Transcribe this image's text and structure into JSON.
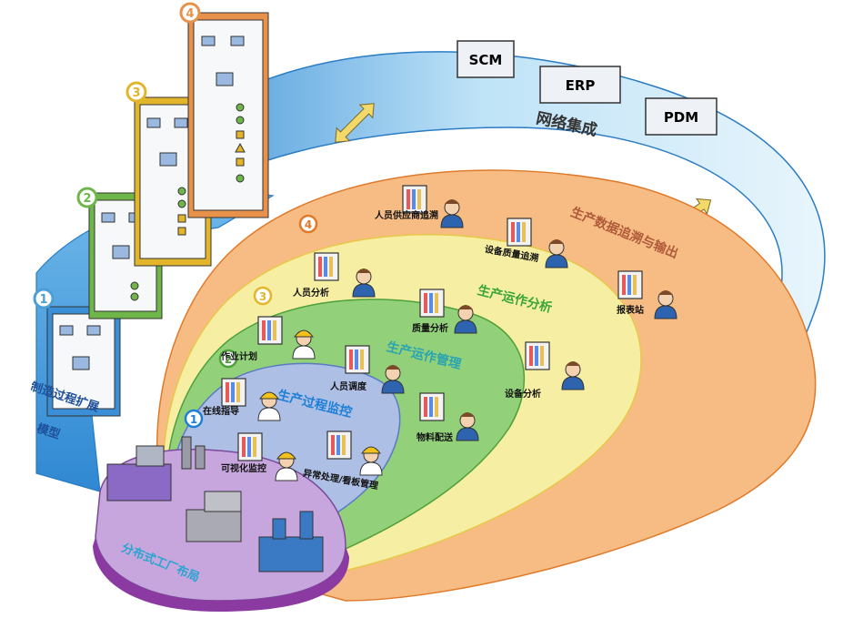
{
  "network": {
    "title": "网络集成",
    "systems": [
      "SCM",
      "ERP",
      "PDM"
    ]
  },
  "model": {
    "label_line1": "制造过程扩展",
    "label_line2": "模型",
    "badges": [
      "1",
      "2",
      "3",
      "4"
    ],
    "badge_colors": [
      "#4a9fd8",
      "#6fb64a",
      "#e3b52a",
      "#e8914a"
    ]
  },
  "layers": [
    {
      "badge": "1",
      "title": "生产过程监控",
      "color": "#aebfe6",
      "title_color": "#1e7fd6",
      "items": [
        "在线指导",
        "可视化监控",
        "异常处理/看板管理"
      ]
    },
    {
      "badge": "2",
      "title": "生产运作管理",
      "color": "#93d07a",
      "title_color": "#2aa4b0",
      "items": [
        "作业计划",
        "人员调度",
        "物料配送"
      ]
    },
    {
      "badge": "3",
      "title": "生产运作分析",
      "color": "#f6eea2",
      "title_color": "#3aa53a",
      "items": [
        "人员分析",
        "质量分析",
        "设备分析"
      ]
    },
    {
      "badge": "4",
      "title": "生产数据追溯与输出",
      "color": "#f6bc84",
      "title_color": "#b05a3a",
      "items": [
        "人员供应商追溯",
        "设备质量追溯",
        "报表站"
      ]
    }
  ],
  "factory": {
    "label": "分布式工厂布局",
    "color": "#c7a6dd"
  }
}
